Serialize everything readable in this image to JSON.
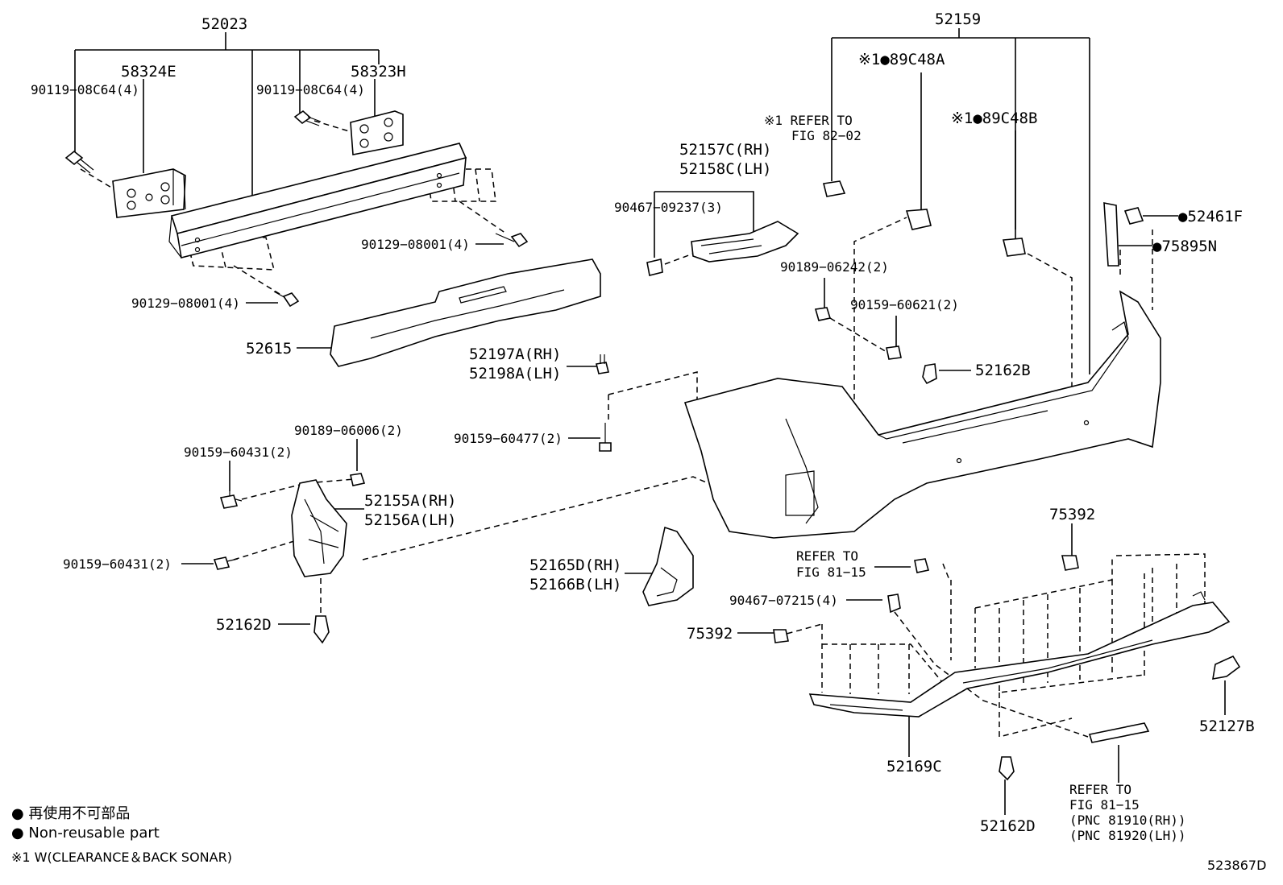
{
  "diagram": {
    "id": "523867D",
    "labels": {
      "p52023": "52023",
      "p58324E": "58324E",
      "p58323H": "58323H",
      "p90119a": "90119−08C64(4)",
      "p90119b": "90119−08C64(4)",
      "p90129a": "90129−08001(4)",
      "p90129b": "90129−08001(4)",
      "p52615": "52615",
      "p52157C": "52157C(RH)",
      "p52158C": "52158C(LH)",
      "p90467a": "90467−09237(3)",
      "p52197A": "52197A(RH)",
      "p52198A": "52198A(LH)",
      "p90159_477": "90159−60477(2)",
      "p90189_006": "90189−06006(2)",
      "p90159_431a": "90159−60431(2)",
      "p90159_431b": "90159−60431(2)",
      "p52155A": "52155A(RH)",
      "p52156A": "52156A(LH)",
      "p52162D_a": "52162D",
      "p52165D": "52165D(RH)",
      "p52166B": "52166B(LH)",
      "p52159": "52159",
      "p89C48A": "※1●89C48A",
      "p89C48B": "※1●89C48B",
      "ref8202a": "※1 REFER TO",
      "ref8202b": "FIG 82−02",
      "p90189_242": "90189−06242(2)",
      "p90159_621": "90159−60621(2)",
      "p52162B": "52162B",
      "p52461F": "●52461F",
      "p75895N": "●75895N",
      "p75392a": "75392",
      "p75392b": "75392",
      "ref8115a": "REFER TO",
      "ref8115b": "FIG 81−15",
      "p90467b": "90467−07215(4)",
      "p52169C": "52169C",
      "p52162D_b": "52162D",
      "p52127B": "52127B",
      "ref8115c1": "REFER TO",
      "ref8115c2": "FIG 81−15",
      "ref8115c3": "(PNC 81910(RH))",
      "ref8115c4": "(PNC 81920(LH))"
    },
    "legend": {
      "line1": "● 再使用不可部品",
      "line2": "● Non-reusable part",
      "line3": "※1  W(CLEARANCE＆BACK SONAR)"
    }
  }
}
